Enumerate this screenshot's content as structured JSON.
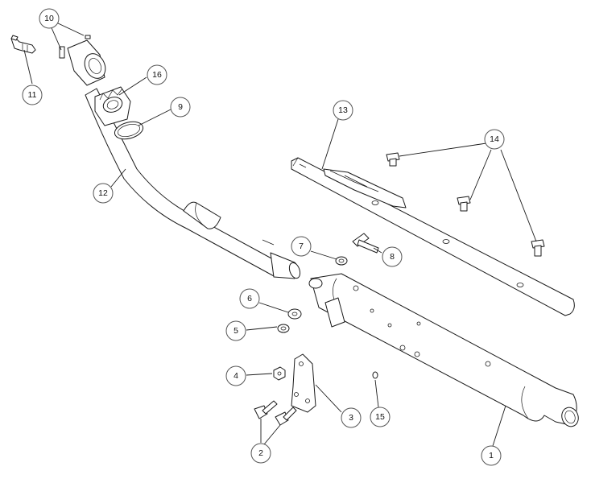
{
  "callouts": [
    {
      "id": "1",
      "label": "1"
    },
    {
      "id": "2",
      "label": "2"
    },
    {
      "id": "3",
      "label": "3"
    },
    {
      "id": "4",
      "label": "4"
    },
    {
      "id": "5",
      "label": "5"
    },
    {
      "id": "6",
      "label": "6"
    },
    {
      "id": "7",
      "label": "7"
    },
    {
      "id": "8",
      "label": "8"
    },
    {
      "id": "9",
      "label": "9"
    },
    {
      "id": "10",
      "label": "10"
    },
    {
      "id": "11",
      "label": "11"
    },
    {
      "id": "12",
      "label": "12"
    },
    {
      "id": "13",
      "label": "13"
    },
    {
      "id": "14",
      "label": "14"
    },
    {
      "id": "15",
      "label": "15"
    },
    {
      "id": "16",
      "label": "16"
    }
  ],
  "colors": {
    "line": "#1a1a1a",
    "callout_border": "#555555",
    "background": "#ffffff"
  }
}
